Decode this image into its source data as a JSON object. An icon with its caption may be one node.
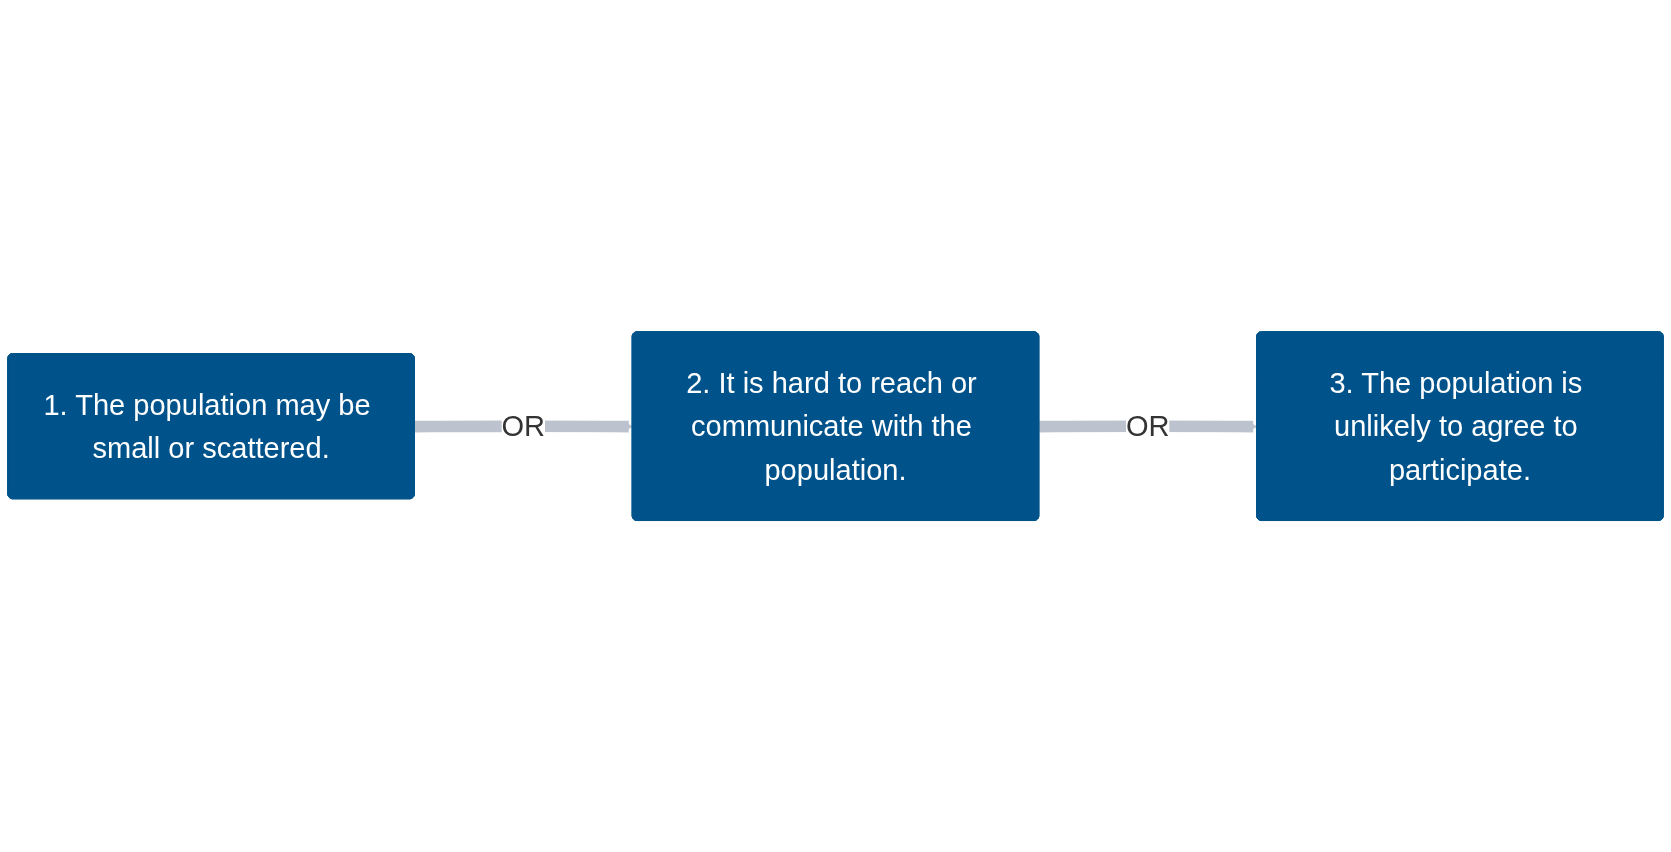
{
  "diagram": {
    "nodes": [
      {
        "text": [
          "1. The population may be small or scattered."
        ]
      },
      {
        "text": [
          "2. It is hard to reach or communicate with the population."
        ]
      },
      {
        "text": [
          "3. The population is unlikely to agree to participate."
        ]
      }
    ],
    "edges": [
      {
        "from": 0,
        "to": 1,
        "arrow": "to",
        "label": "OR"
      },
      {
        "from": 1,
        "to": 2,
        "arrow": "to",
        "label": "OR"
      }
    ]
  }
}
